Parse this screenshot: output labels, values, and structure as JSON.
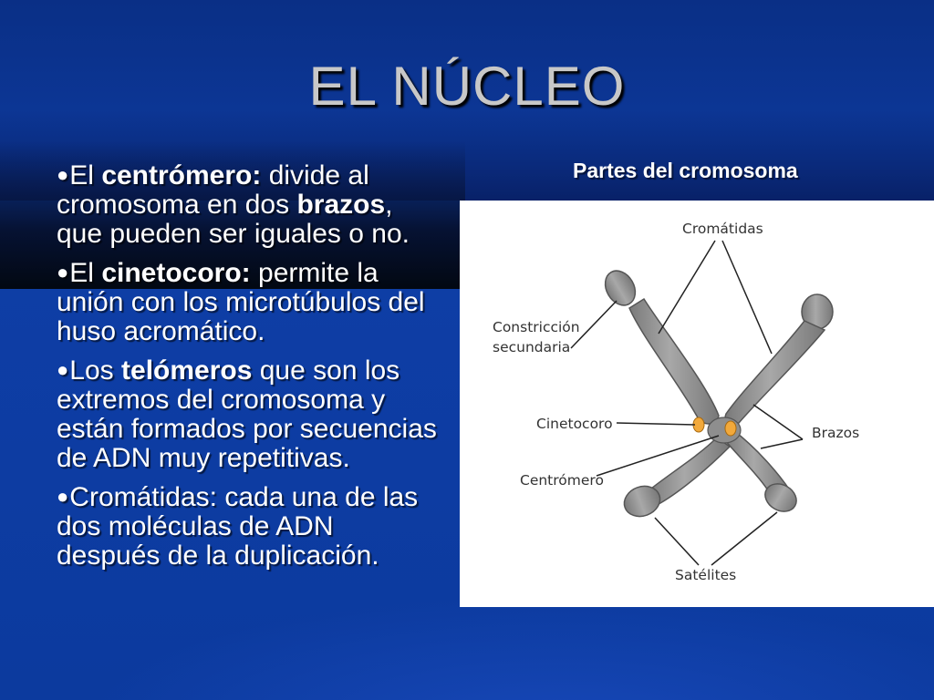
{
  "slide": {
    "title": "EL NÚCLEO",
    "bullet_marker": "●",
    "bullets": [
      {
        "parts": [
          "El ",
          "centrómero:",
          " divide al cromosoma en dos ",
          "brazos",
          ", que pueden ser iguales o no."
        ]
      },
      {
        "parts": [
          "El ",
          "cinetocoro:",
          " permite la unión con los microtúbulos del huso acromático."
        ]
      },
      {
        "parts": [
          "Los ",
          "telómeros",
          " que son los extremos del cromosoma y están formados por secuencias de ADN muy repetitivas."
        ]
      },
      {
        "parts": [
          "Cromátidas: cada una de las dos moléculas de ADN después de la duplicación."
        ]
      }
    ]
  },
  "figure": {
    "caption": "Partes del cromosoma",
    "labels": {
      "cromatidas": "Cromátidas",
      "constriccion_1": "Constricción",
      "constriccion_2": "secundaria",
      "cinetocoro": "Cinetocoro",
      "brazos": "Brazos",
      "centromero": "Centrómero",
      "satelites": "Satélites"
    }
  },
  "colors": {
    "background": "#0c3a9e",
    "title": "#c8c8c8",
    "text": "#ffffff",
    "chromosome": "#8f8f8f",
    "kinetochore": "#f2a93b"
  }
}
